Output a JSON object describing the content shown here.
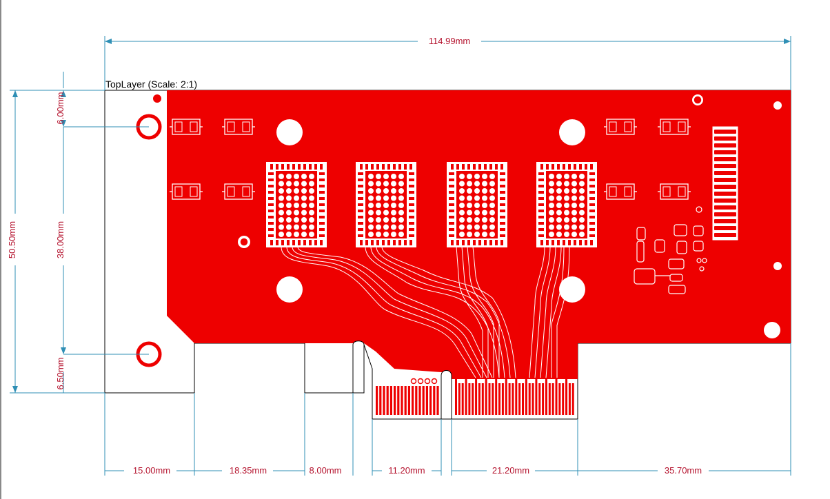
{
  "layer_label": "TopLayer (Scale: 2:1)",
  "dimensions": {
    "total_width": "114.99mm",
    "total_height": "50.50mm",
    "inner_height": "38.00mm",
    "top_offset": "6.00mm",
    "bottom_offset": "6.50mm",
    "bottom_segments": [
      "15.00mm",
      "18.35mm",
      "8.00mm",
      "11.20mm",
      "21.20mm",
      "35.70mm"
    ]
  },
  "colors": {
    "copper": "#ee0000",
    "dimension_line": "#2f8fb5",
    "dimension_text": "#b4122d",
    "outline": "#000000",
    "hole": "#ffffff"
  },
  "components": {
    "bga_pads": 4,
    "smd_footprints": 8,
    "mounting_holes": 4,
    "edge_connector_fingers_short": 18,
    "edge_connector_fingers_long": 36
  }
}
